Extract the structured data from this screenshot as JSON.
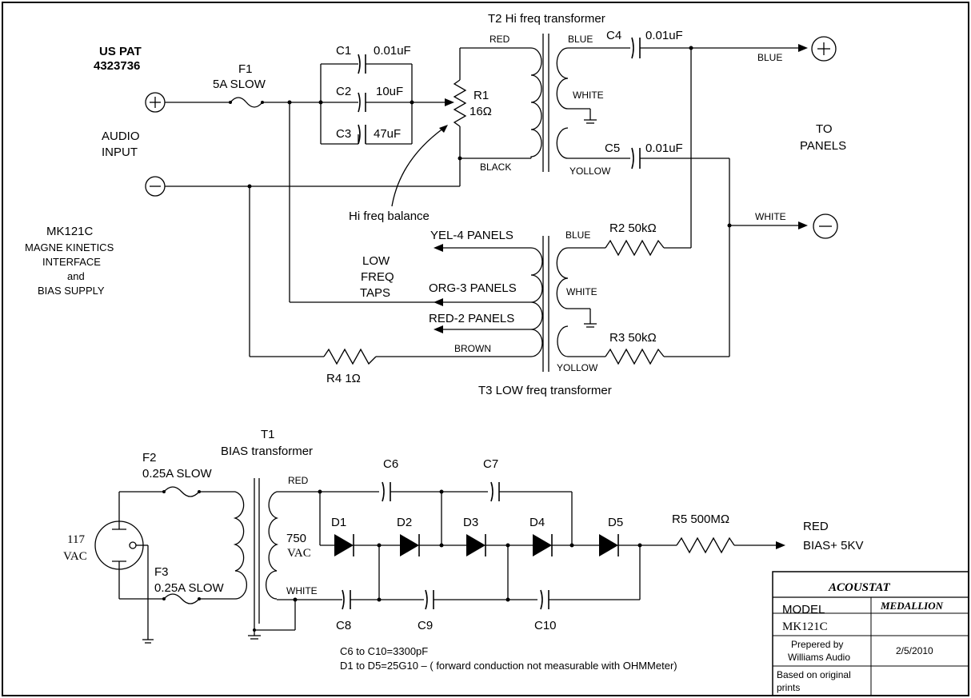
{
  "patent": {
    "line1": "US PAT",
    "line2": "4323736"
  },
  "input": {
    "audio1": "AUDIO",
    "audio2": "INPUT",
    "plus": "+",
    "minus": "−"
  },
  "device": {
    "model": "MK121C",
    "desc1": "MAGNE KINETICS",
    "desc2": "INTERFACE",
    "desc3": "and",
    "desc4": "BIAS SUPPLY"
  },
  "f1": {
    "name": "F1",
    "rating": "5A SLOW"
  },
  "c1": {
    "name": "C1",
    "value": "0.01uF"
  },
  "c2": {
    "name": "C2",
    "value": "10uF"
  },
  "c3": {
    "name": "C3",
    "value": "47uF"
  },
  "r1": {
    "name": "R1",
    "value": "16Ω"
  },
  "hf_balance": "Hi freq balance",
  "t2": {
    "title": "T2 Hi freq transformer",
    "red": "RED",
    "black": "BLACK",
    "blue": "BLUE",
    "white": "WHITE",
    "yellow": "YOLLOW"
  },
  "c4": {
    "name": "C4",
    "value": "0.01uF"
  },
  "c5": {
    "name": "C5",
    "value": "0.01uF"
  },
  "out": {
    "blue": "BLUE",
    "white": "WHITE",
    "to1": "TO",
    "to2": "PANELS",
    "plus": "+",
    "minus": "−"
  },
  "t3": {
    "title": "T3 LOW freq transformer",
    "blue": "BLUE",
    "white": "WHITE",
    "yellow": "YOLLOW",
    "brown": "BROWN"
  },
  "taps": {
    "yel": "YEL-4 PANELS",
    "org": "ORG-3 PANELS",
    "red": "RED-2 PANELS",
    "low1": "LOW",
    "low2": "FREQ",
    "low3": "TAPS"
  },
  "r2": "R2 50kΩ",
  "r3": "R3 50kΩ",
  "r4": "R4 1Ω",
  "t1": {
    "name": "T1",
    "title": "BIAS transformer",
    "red": "RED",
    "white": "WHITE",
    "v1": "750",
    "v2": "VAC"
  },
  "f2": {
    "name": "F2",
    "rating": "0.25A SLOW"
  },
  "f3": {
    "name": "F3",
    "rating": "0.25A SLOW"
  },
  "mains": {
    "v1": "117",
    "v2": "VAC"
  },
  "caps": {
    "c6": "C6",
    "c7": "C7",
    "c8": "C8",
    "c9": "C9",
    "c10": "C10"
  },
  "diodes": {
    "d1": "D1",
    "d2": "D2",
    "d3": "D3",
    "d4": "D4",
    "d5": "D5"
  },
  "r5": "R5 500MΩ",
  "bias_out": {
    "l1": "RED",
    "l2": "BIAS+ 5KV"
  },
  "notes": {
    "n1": "C6 to C10=3300pF",
    "n2": "D1 to D5=25G10 – ( forward conduction not measurable with OHMMeter)"
  },
  "titleblock": {
    "brand": "ACOUSTAT",
    "model_label": "MODEL",
    "model_value": "MEDALLION",
    "part": "MK121C",
    "prep1": "Prepered by",
    "prep2": "Williams Audio",
    "date": "2/5/2010",
    "based1": "Based on original",
    "based2": "prints"
  }
}
